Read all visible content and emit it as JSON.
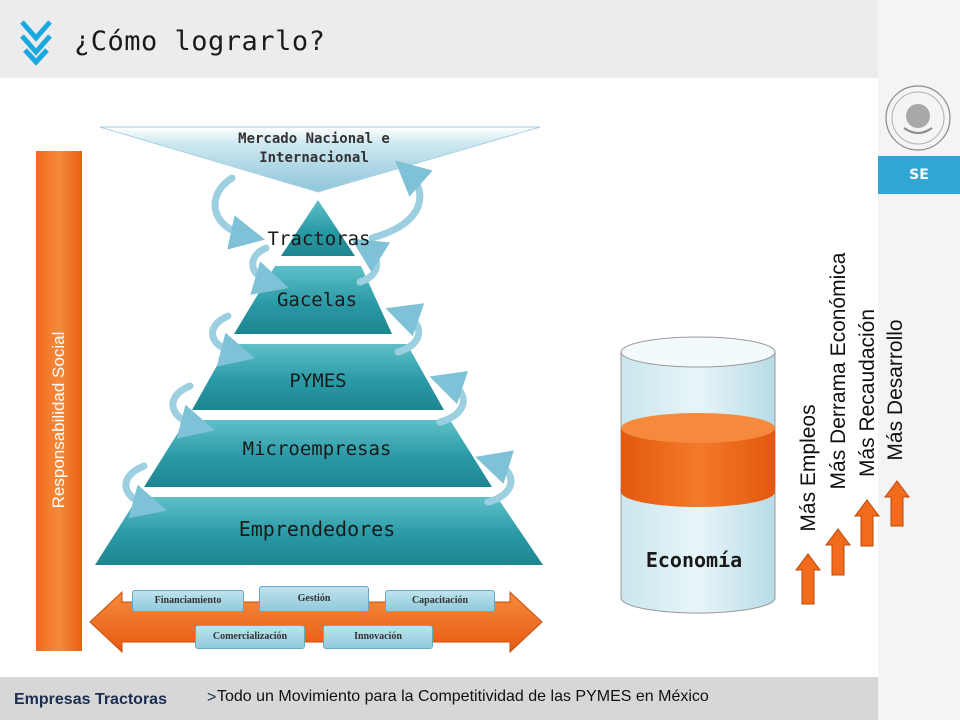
{
  "header": {
    "title": "¿Cómo lograrlo?"
  },
  "side_bar": {
    "label": "Responsabilidad Social"
  },
  "market": {
    "line1": "Mercado Nacional e",
    "line2": "Internacional"
  },
  "pyramid": {
    "levels": [
      "Tractoras",
      "Gacelas",
      "PYMES",
      "Microempresas",
      "Emprendedores"
    ]
  },
  "supports": {
    "top_row": [
      "Financiamiento",
      "Gestión",
      "Capacitación"
    ],
    "bottom_row": [
      "Comercialización",
      "Innovación"
    ]
  },
  "economy": {
    "label": "Economía"
  },
  "benefits": [
    "Más Empleos",
    "Más Derrama Económica",
    "Más Recaudación",
    "Más Desarrollo"
  ],
  "brand": {
    "badge": "SE"
  },
  "footer": {
    "brand": "Empresas Tractoras",
    "separator": ">",
    "tagline": "Todo un Movimiento para la Competitividad de las PYMES en México"
  },
  "colors": {
    "accent_orange": "#f26a1c",
    "teal": "#1f8f9c",
    "light_blue": "#a9d5e4",
    "header_chevron": "#1aa8e0",
    "brand_blue": "#2fa6d4",
    "footer_text": "#1c2d52"
  }
}
